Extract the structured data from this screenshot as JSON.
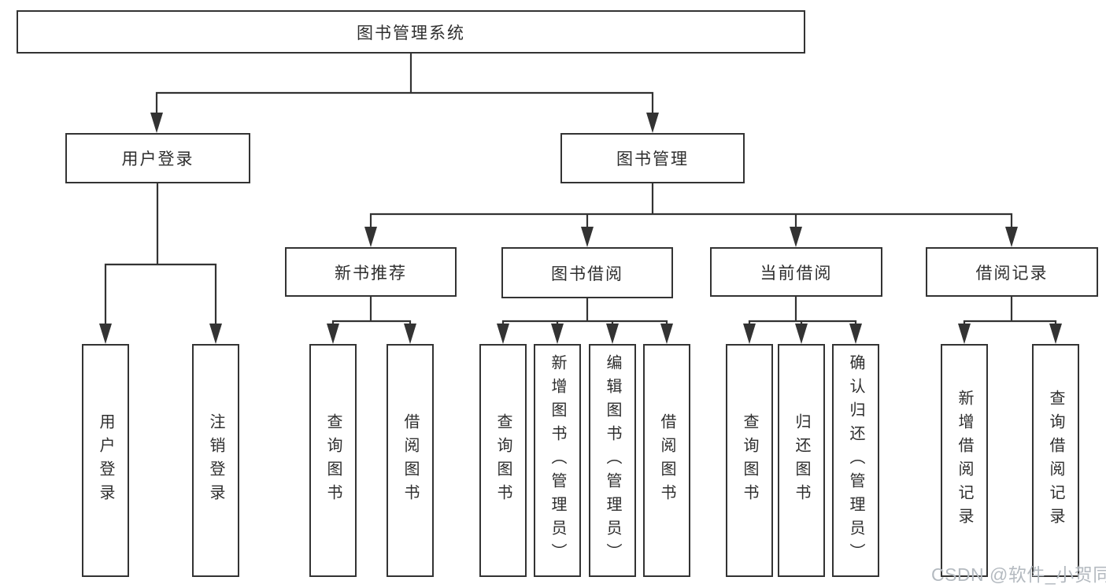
{
  "diagram": {
    "root": "图书管理系统",
    "level2": [
      "用户登录",
      "图书管理"
    ],
    "level3": [
      "新书推荐",
      "图书借阅",
      "当前借阅",
      "借阅记录"
    ],
    "level4": {
      "user_login": [
        "用户登录",
        "注销登录"
      ],
      "new_book": [
        "查询图书",
        "借阅图书"
      ],
      "book_borrow": [
        "查询图书",
        "新增图书（管理员）",
        "编辑图书（管理员）",
        "借阅图书"
      ],
      "current_borrow": [
        "查询图书",
        "归还图书",
        "确认归还（管理员）"
      ],
      "borrow_records": [
        "新增借阅记录",
        "查询借阅记录"
      ]
    }
  },
  "watermark": "CSDN @软件_小贺同学",
  "colors": {
    "line": "#333333",
    "text": "#2e2e2e",
    "background": "#ffffff",
    "watermark": "#b4bac0"
  }
}
